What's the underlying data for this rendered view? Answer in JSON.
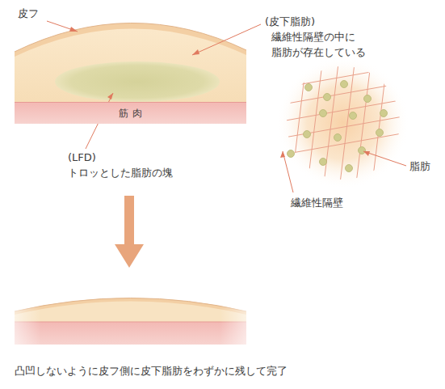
{
  "diagram": {
    "caption": "凸凹しないように皮フ側に皮下脂肪をわずかに残して完了",
    "nodes": [
      {
        "text": [
          "筋 肉"
        ]
      }
    ],
    "labels": [
      "皮フ",
      "(皮下脂肪)",
      "繊維性隔壁の中に 脂肪が存在している",
      "(LFD)",
      "トロッとした脂肪の塊",
      "脂肪",
      "繊維性隔壁"
    ]
  }
}
